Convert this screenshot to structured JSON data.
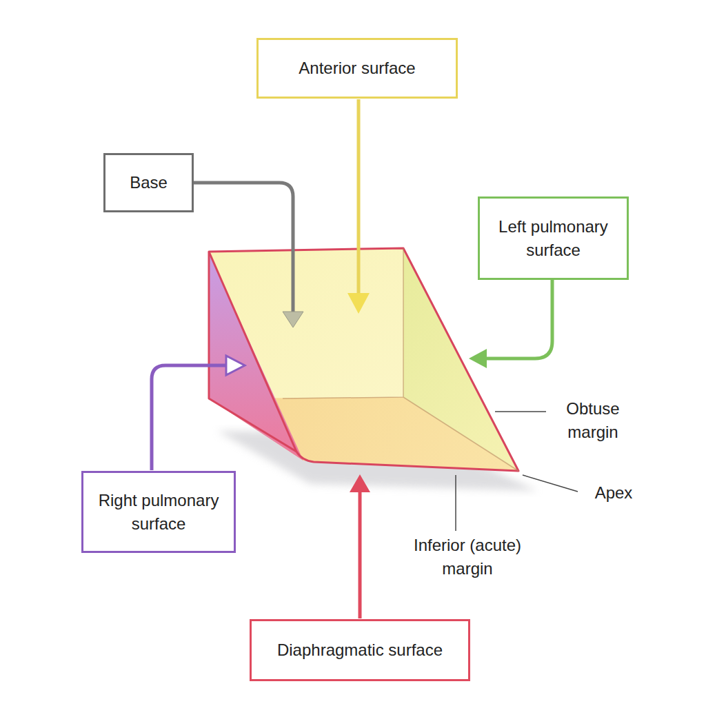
{
  "diagram": {
    "nodes": [
      {
        "text": [
          "Anterior surface"
        ]
      },
      {
        "text": [
          "Base"
        ]
      },
      {
        "text": [
          "Left pulmonary surface"
        ]
      },
      {
        "text": [
          "Right pulmonary surface"
        ]
      },
      {
        "text": [
          "Diaphragmatic surface"
        ]
      }
    ],
    "labels": [
      "Obtuse margin",
      "Apex",
      "Inferior (acute) margin"
    ]
  }
}
